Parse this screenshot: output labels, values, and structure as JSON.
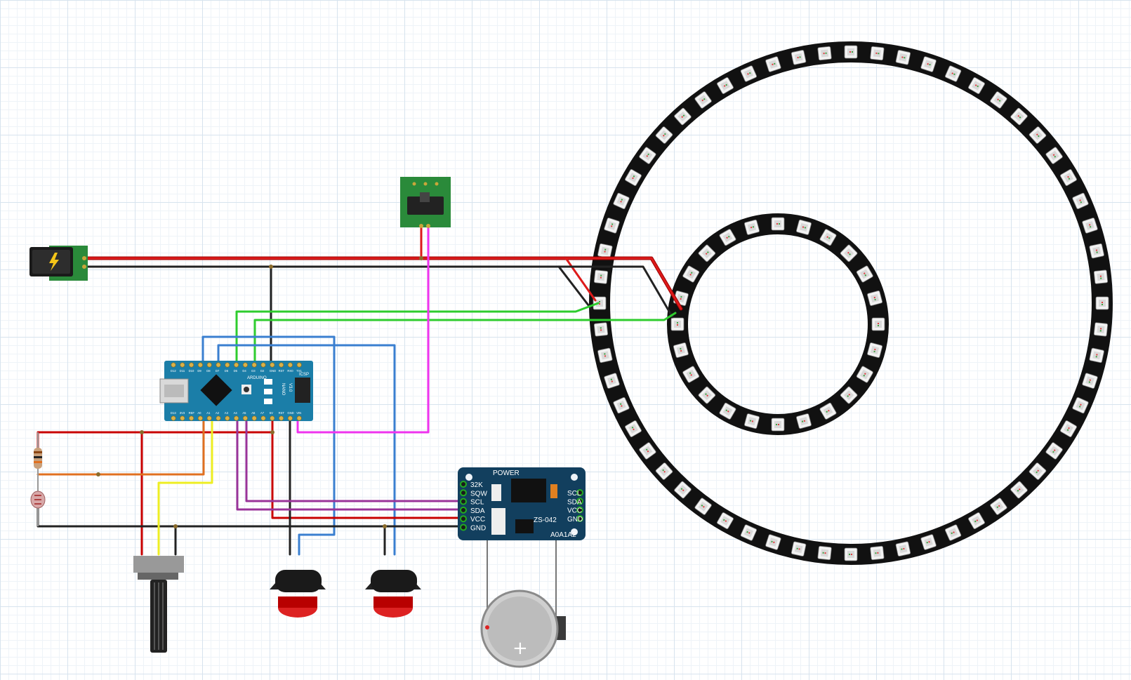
{
  "rtc": {
    "title": "POWER",
    "left_pins": [
      "32K",
      "SQW",
      "SCL",
      "SDA",
      "VCC",
      "GND"
    ],
    "right_pins": [
      "SCL",
      "SDA",
      "VCC",
      "GND"
    ],
    "chip_code": "ZS-042",
    "addr": "A0A1A2"
  },
  "arduino": {
    "name": "ARDUINO",
    "model": "NANO",
    "version": "V3.0",
    "icsp": "ICSP",
    "top_pins": [
      "D12",
      "D11",
      "D10",
      "D9",
      "D8",
      "D7",
      "D6",
      "D5",
      "D4",
      "D3",
      "D2",
      "GND",
      "RST",
      "RX0",
      "TX1"
    ],
    "bottom_pins": [
      "D13",
      "3V3",
      "REF",
      "A0",
      "A1",
      "A2",
      "A3",
      "A4",
      "A5",
      "A6",
      "A7",
      "5V",
      "RST",
      "GND",
      "VIN"
    ]
  },
  "colors": {
    "power": "#c00000",
    "ground": "#1a1a1a",
    "data": "#22bb22",
    "signal_blue": "#3377cc",
    "switch_wire": "#ee33ee",
    "analog_yellow": "#eeee22",
    "analog_orange": "#e07020",
    "i2c_purple": "#993399",
    "board_blue": "#1b7ea8",
    "rtc_board": "#123f5e",
    "pcb_green": "#2a8a3a",
    "led_ring": "#111111"
  },
  "led_rings": [
    {
      "name": "outer",
      "leds": 60
    },
    {
      "name": "inner",
      "leds": 24
    }
  ]
}
